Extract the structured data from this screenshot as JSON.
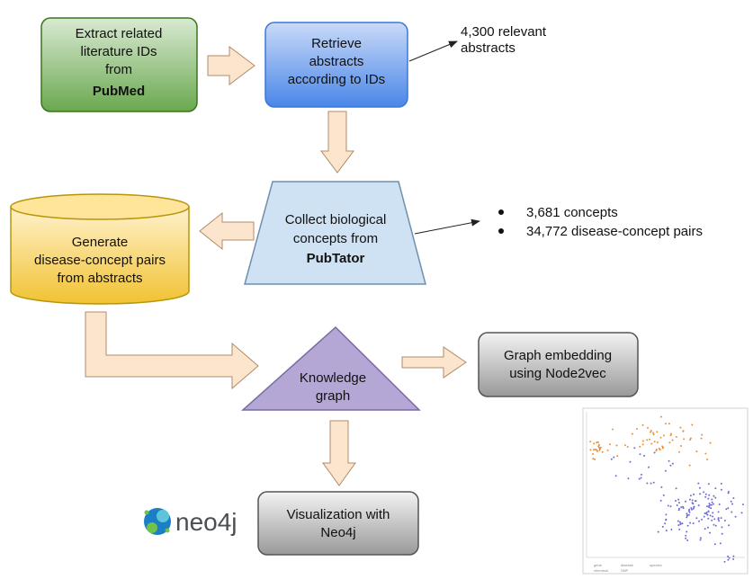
{
  "pubmed_box": {
    "line1": "Extract related",
    "line2": "literature IDs",
    "line3": "from",
    "line4": "PubMed"
  },
  "retrieve_box": {
    "line1": "Retrieve",
    "line2": "abstracts",
    "line3": "according to IDs"
  },
  "abstracts_note": {
    "line1": "4,300 relevant",
    "line2": "abstracts"
  },
  "pubtator_box": {
    "line1": "Collect biological",
    "line2": "concepts from",
    "line3": "PubTator"
  },
  "stats_note": {
    "items": [
      "3,681 concepts",
      "34,772 disease-concept pairs"
    ]
  },
  "generate_box": {
    "line1": "Generate",
    "line2": "disease-concept pairs",
    "line3": "from abstracts"
  },
  "kg_box": {
    "line1": "Knowledge",
    "line2": "graph"
  },
  "embedding_box": {
    "line1": "Graph embedding",
    "line2": "using Node2vec"
  },
  "viz_box": {
    "line1": "Visualization with",
    "line2": "Neo4j"
  },
  "neo4j_logo": {
    "text": "neo4j"
  },
  "scatter_legend": {
    "items": [
      "gene",
      "disease",
      "species",
      "chemical",
      "SNP"
    ]
  },
  "colors": {
    "arrow_fill": "#fce5cd",
    "arrow_stroke": "#b08a6a",
    "pubmed": "#93c47d",
    "retrieve": "#6d9eeb",
    "pubtator": "#cfe2f3",
    "generate": "#ffd966",
    "kg": "#b4a7d6",
    "grey_box": "#b7b7b7",
    "gene": "#e69138",
    "disease": "#6d6dd6"
  }
}
